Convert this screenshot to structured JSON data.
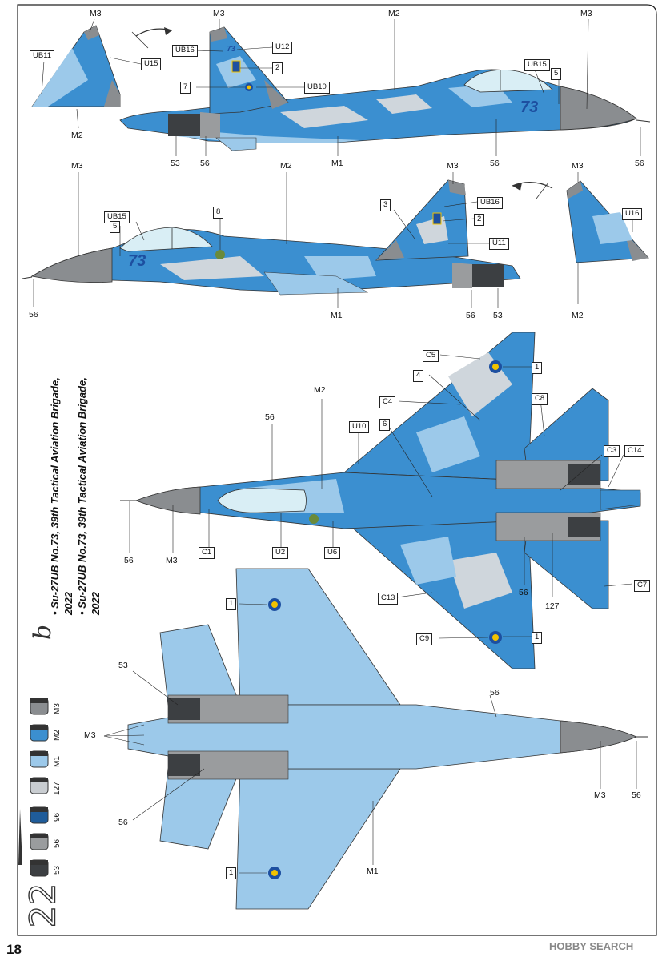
{
  "page": {
    "number": "18",
    "step": "22",
    "variant": "b",
    "title_line1": "• Su-27UB No.73, 39th Tactical Aviation Brigade, 2022",
    "title_line2": "• Su-27UB No.73, 39th Tactical Aviation Brigade, 2022",
    "watermark": "HOBBY SEARCH"
  },
  "colors": {
    "M1": "#9cc9ea",
    "M2": "#3b8fd0",
    "M3": "#8a8d90",
    "127": "#c9cdd1",
    "96": "#1f5c9a",
    "56": "#9a9c9e",
    "53": "#3c3f42",
    "camo_light": "#cfd6dc",
    "roundel_yellow": "#f2c200",
    "roundel_blue": "#1d4fa0"
  },
  "paints": [
    {
      "code": "M3"
    },
    {
      "code": "M2"
    },
    {
      "code": "M1"
    },
    {
      "code": "127"
    },
    {
      "code": "96"
    },
    {
      "code": "56"
    },
    {
      "code": "53"
    }
  ],
  "side_view_right": {
    "labels": {
      "m3_a": "M3",
      "m3_b": "M3",
      "m2": "M2",
      "m3_c": "M3",
      "m2_tail": "M2",
      "n53": "53",
      "n56_a": "56",
      "m1": "M1",
      "n56_b": "56",
      "n56_c": "56"
    },
    "boxes": {
      "ub11": "UB11",
      "u15": "U15",
      "ub16": "UB16",
      "u12": "U12",
      "n2": "2",
      "n7": "7",
      "ub10": "UB10",
      "ub15": "UB15",
      "n5": "5"
    },
    "tail_number": "73"
  },
  "side_view_left": {
    "labels": {
      "m3_a": "M3",
      "m2": "M2",
      "m3_b": "M3",
      "m3_c": "M3",
      "n56_a": "56",
      "m1": "M1",
      "n56_b": "56",
      "n53": "53",
      "m2_tail": "M2"
    },
    "boxes": {
      "ub15": "UB15",
      "n5": "5",
      "n8": "8",
      "n3": "3",
      "ub16": "UB16",
      "n2": "2",
      "u11": "U11",
      "u16": "U16"
    },
    "tail_number": "73"
  },
  "top_view": {
    "labels": {
      "m2": "M2",
      "n56_a": "56",
      "n56_b": "56",
      "m3": "M3",
      "n56_c": "56",
      "n127": "127"
    },
    "boxes": {
      "c5": "C5",
      "n1_a": "1",
      "n4": "4",
      "c4": "C4",
      "c8": "C8",
      "u10": "U10",
      "n6": "6",
      "c3": "C3",
      "c14": "C14",
      "c1": "C1",
      "u2": "U2",
      "u6": "U6",
      "c7": "C7",
      "c13": "C13",
      "c9": "C9",
      "n1_b": "1"
    }
  },
  "bottom_view": {
    "labels": {
      "n53": "53",
      "m3_a": "M3",
      "n56_a": "56",
      "n56_b": "56",
      "m1": "M1",
      "m3_b": "M3",
      "n56_c": "56"
    },
    "boxes": {
      "n1_a": "1",
      "n1_b": "1"
    }
  }
}
